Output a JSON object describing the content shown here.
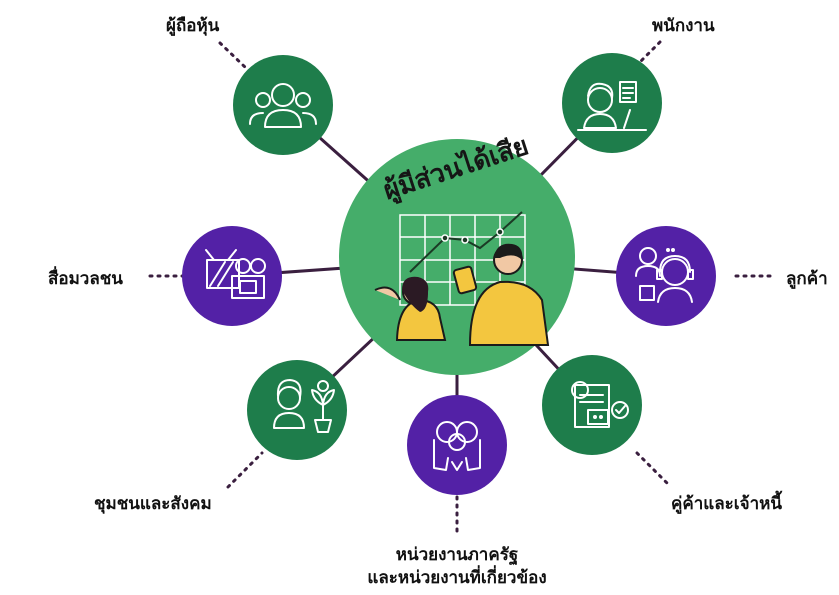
{
  "center": {
    "title": "ผู้มีส่วนได้เสีย"
  },
  "colors": {
    "green": "#1e7d4b",
    "center_green": "#45ad6a",
    "purple": "#5321a6",
    "line": "#3a1f3f",
    "yellow": "#f3c63f"
  },
  "stakeholders": [
    {
      "label": "ผู้ถือหุ้น",
      "icon": "shareholders-group-icon",
      "color": "green"
    },
    {
      "label": "พนักงาน",
      "icon": "employee-desk-icon",
      "color": "green"
    },
    {
      "label": "สื่อมวลชน",
      "icon": "media-camera-tv-icon",
      "color": "purple"
    },
    {
      "label": "ลูกค้า",
      "icon": "customer-support-icon",
      "color": "purple"
    },
    {
      "label": "ชุมชนและสังคม",
      "icon": "community-plant-icon",
      "color": "green"
    },
    {
      "label": "คู่ค้าและเจ้าหนี้",
      "icon": "contract-document-icon",
      "color": "green"
    },
    {
      "lines": [
        "หน่วยงานภาครัฐ",
        "และหน่วยงานที่เกี่ยวข้อง"
      ],
      "icon": "government-hands-money-icon",
      "color": "purple"
    }
  ]
}
